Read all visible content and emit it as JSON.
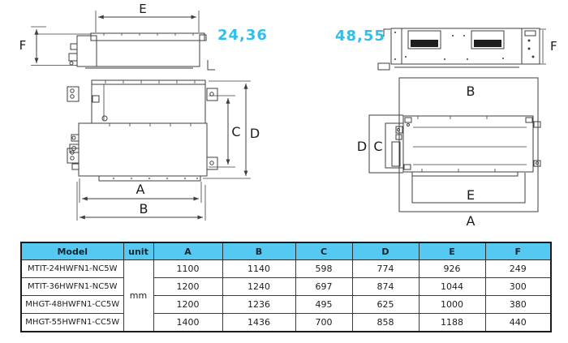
{
  "colors": {
    "accent": "#31bfe9",
    "header-bg": "#55c9f1",
    "line": "#3f3f3f"
  },
  "diagrams": {
    "side_view": {
      "capacity": "24,36",
      "label_e": "E",
      "label_f": "F"
    },
    "top_view": {
      "capacity": "48,55",
      "label_f": "F"
    },
    "plan_left": {
      "label_a": "A",
      "label_b": "B",
      "label_c": "C",
      "label_d": "D"
    },
    "plan_right": {
      "label_a": "A",
      "label_b": "B",
      "label_c": "C",
      "label_d": "D",
      "label_e": "E"
    }
  },
  "table": {
    "headers": [
      "Model",
      "unit",
      "A",
      "B",
      "C",
      "D",
      "E",
      "F"
    ],
    "unit_value": "mm",
    "rows": [
      {
        "model": "MTIT-24HWFN1-NC5W",
        "values": [
          "1100",
          "1140",
          "598",
          "774",
          "926",
          "249"
        ]
      },
      {
        "model": "MTIT-36HWFN1-NC5W",
        "values": [
          "1200",
          "1240",
          "697",
          "874",
          "1044",
          "300"
        ]
      },
      {
        "model": "MHGT-48HWFN1-CC5W",
        "values": [
          "1200",
          "1236",
          "495",
          "625",
          "1000",
          "380"
        ]
      },
      {
        "model": "MHGT-55HWFN1-CC5W",
        "values": [
          "1400",
          "1436",
          "700",
          "858",
          "1188",
          "440"
        ]
      }
    ]
  }
}
